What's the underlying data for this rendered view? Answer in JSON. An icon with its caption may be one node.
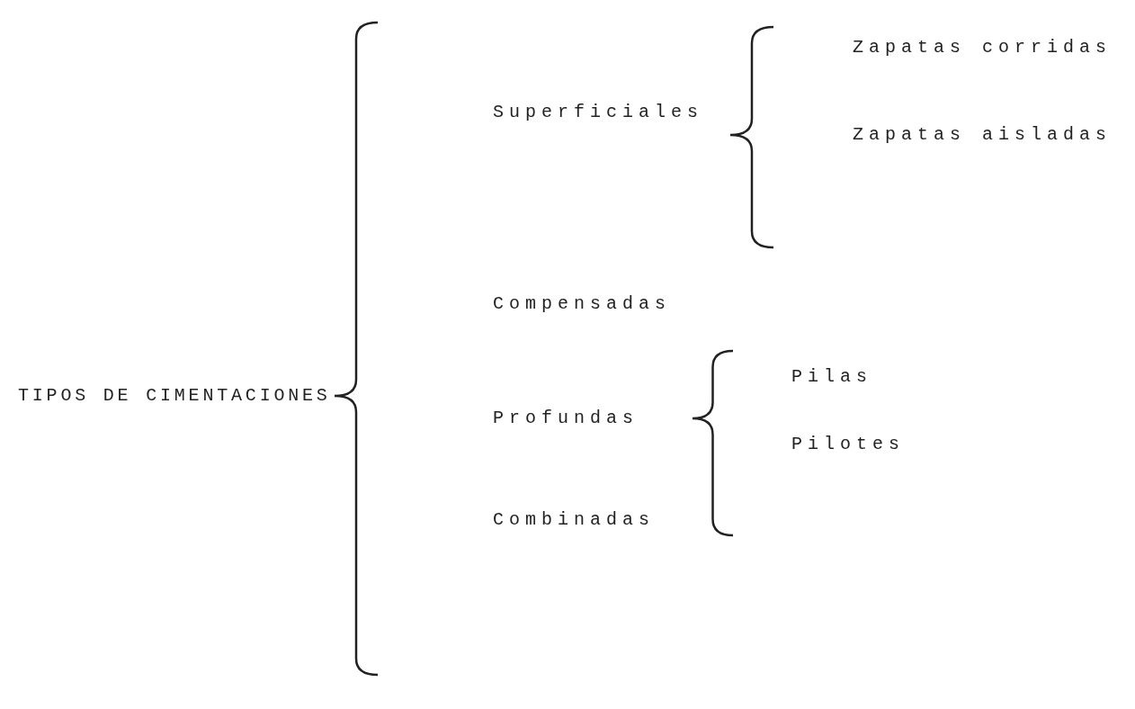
{
  "diagram": {
    "labels": [
      "TIPOS DE CIMENTACIONES",
      "Superficiales",
      "Zapatas corridas",
      "Zapatas aisladas",
      "Compensadas",
      "Profundas",
      "Pilas",
      "Pilotes",
      "Combinadas"
    ]
  }
}
